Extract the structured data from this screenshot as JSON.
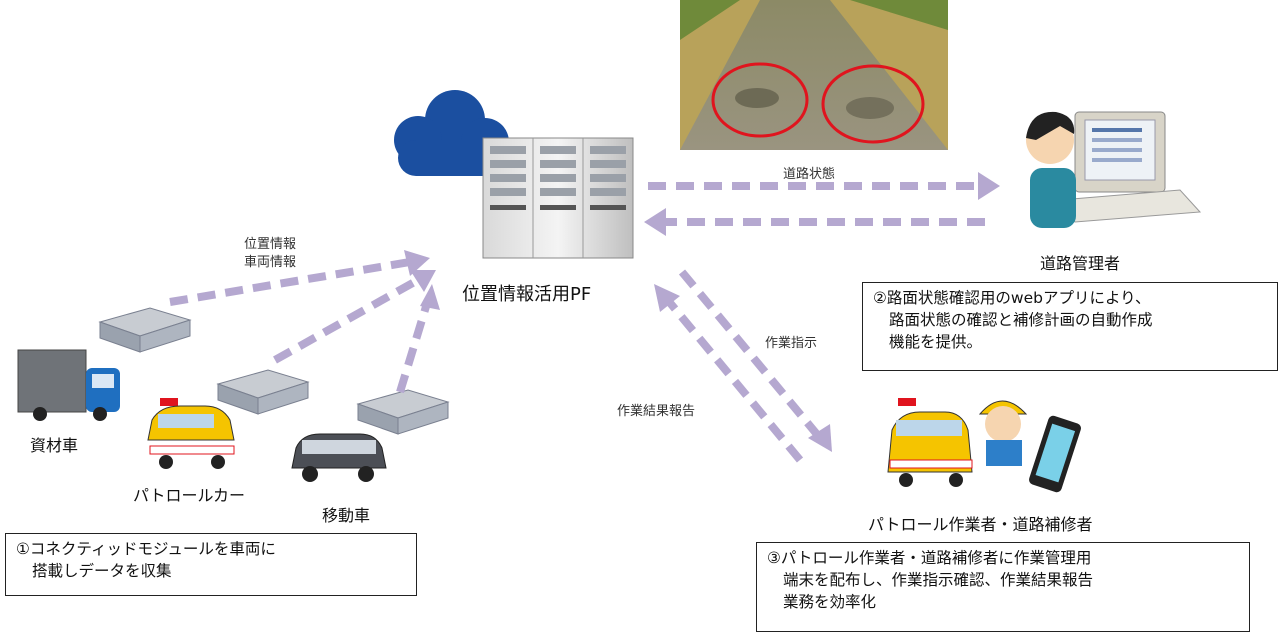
{
  "hub": {
    "label": "位置情報活用PF"
  },
  "arrow_labels": {
    "road_state": "道路状態",
    "location_info": "位置情報",
    "vehicle_info": "車両情報",
    "work_instruction": "作業指示",
    "work_report": "作業結果報告"
  },
  "actors": {
    "road_manager": "道路管理者",
    "material_truck": "資材車",
    "patrol_car": "パトロールカー",
    "mobile_car": "移動車",
    "patrol_workers": "パトロール作業者・道路補修者"
  },
  "notes": {
    "note1": {
      "line1": "①コネクティッドモジュールを車両に",
      "line2": "搭載しデータを収集"
    },
    "note2": {
      "line1": "②路面状態確認用のwebアプリにより、",
      "line2": "路面状態の確認と補修計画の自動作成",
      "line3": "機能を提供。"
    },
    "note3": {
      "line1": "③パトロール作業者・道路補修者に作業管理用",
      "line2": "端末を配布し、作業指示確認、作業結果報告",
      "line3": "業務を効率化"
    }
  },
  "colors": {
    "arrow": "#b5a8d0",
    "cloud": "#1b4fa0",
    "highlight": "#e0141e"
  }
}
